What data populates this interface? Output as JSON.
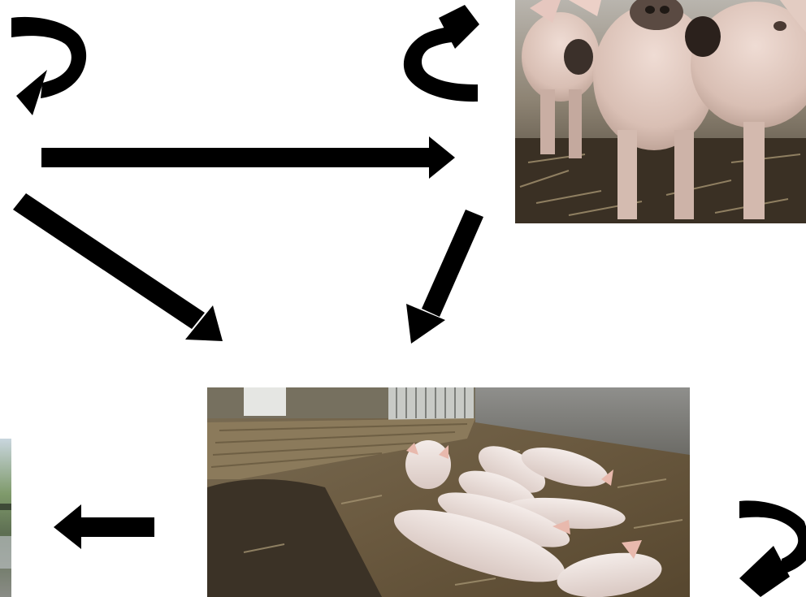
{
  "photos": {
    "piglets_closeup": {
      "description": "piglets-closeup-photo"
    },
    "pigs_resting_pen": {
      "description": "pigs-resting-in-straw-pen-photo"
    },
    "outdoor_field": {
      "description": "outdoor-field-edge-photo"
    }
  },
  "arrows": [
    {
      "id": "loop-top-left",
      "kind": "self-loop"
    },
    {
      "id": "loop-top-right",
      "kind": "self-loop"
    },
    {
      "id": "loop-bottom-right",
      "kind": "self-loop"
    },
    {
      "id": "arrow-left-to-right",
      "kind": "straight",
      "from": "left",
      "to": "piglets_closeup"
    },
    {
      "id": "arrow-left-to-pen",
      "kind": "straight",
      "from": "left",
      "to": "pigs_resting_pen"
    },
    {
      "id": "arrow-piglets-to-pen",
      "kind": "straight",
      "from": "piglets_closeup",
      "to": "pigs_resting_pen"
    },
    {
      "id": "arrow-pen-to-field",
      "kind": "straight",
      "from": "pigs_resting_pen",
      "to": "outdoor_field"
    }
  ],
  "colors": {
    "arrow": "#000000",
    "background": "#ffffff"
  }
}
